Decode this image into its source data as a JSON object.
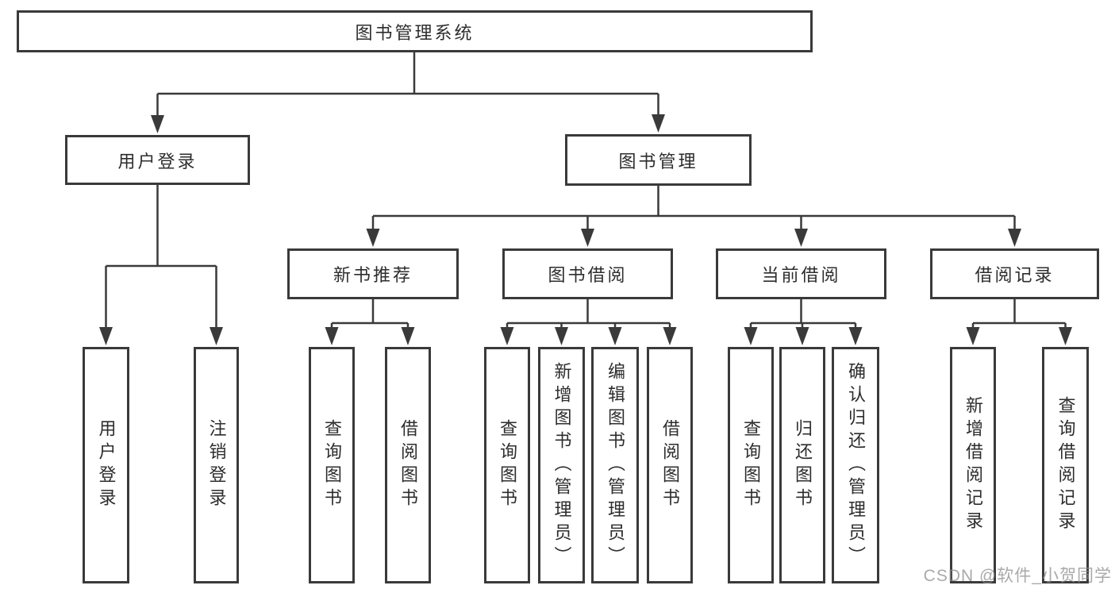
{
  "diagram": {
    "root": {
      "label": "图书管理系统"
    },
    "login_branch": {
      "label": "用户登录",
      "leaves": [
        "用户登录",
        "注销登录"
      ]
    },
    "management_branch": {
      "label": "图书管理",
      "sections": [
        {
          "label": "新书推荐",
          "leaves": [
            "查询图书",
            "借阅图书"
          ]
        },
        {
          "label": "图书借阅",
          "leaves": [
            "查询图书",
            "新增图书（管理员）",
            "编辑图书（管理员）",
            "借阅图书"
          ]
        },
        {
          "label": "当前借阅",
          "leaves": [
            "查询图书",
            "归还图书",
            "确认归还（管理员）"
          ]
        },
        {
          "label": "借阅记录",
          "leaves": [
            "新增借阅记录",
            "查询借阅记录"
          ]
        }
      ]
    },
    "watermark": "CSDN @软件_小贺同学",
    "colors": {
      "background": "#ffffff",
      "border": "#3a3a3a",
      "line": "#3a3a3a",
      "text": "#2d2d2d",
      "watermark": "#8c8c8c"
    }
  }
}
